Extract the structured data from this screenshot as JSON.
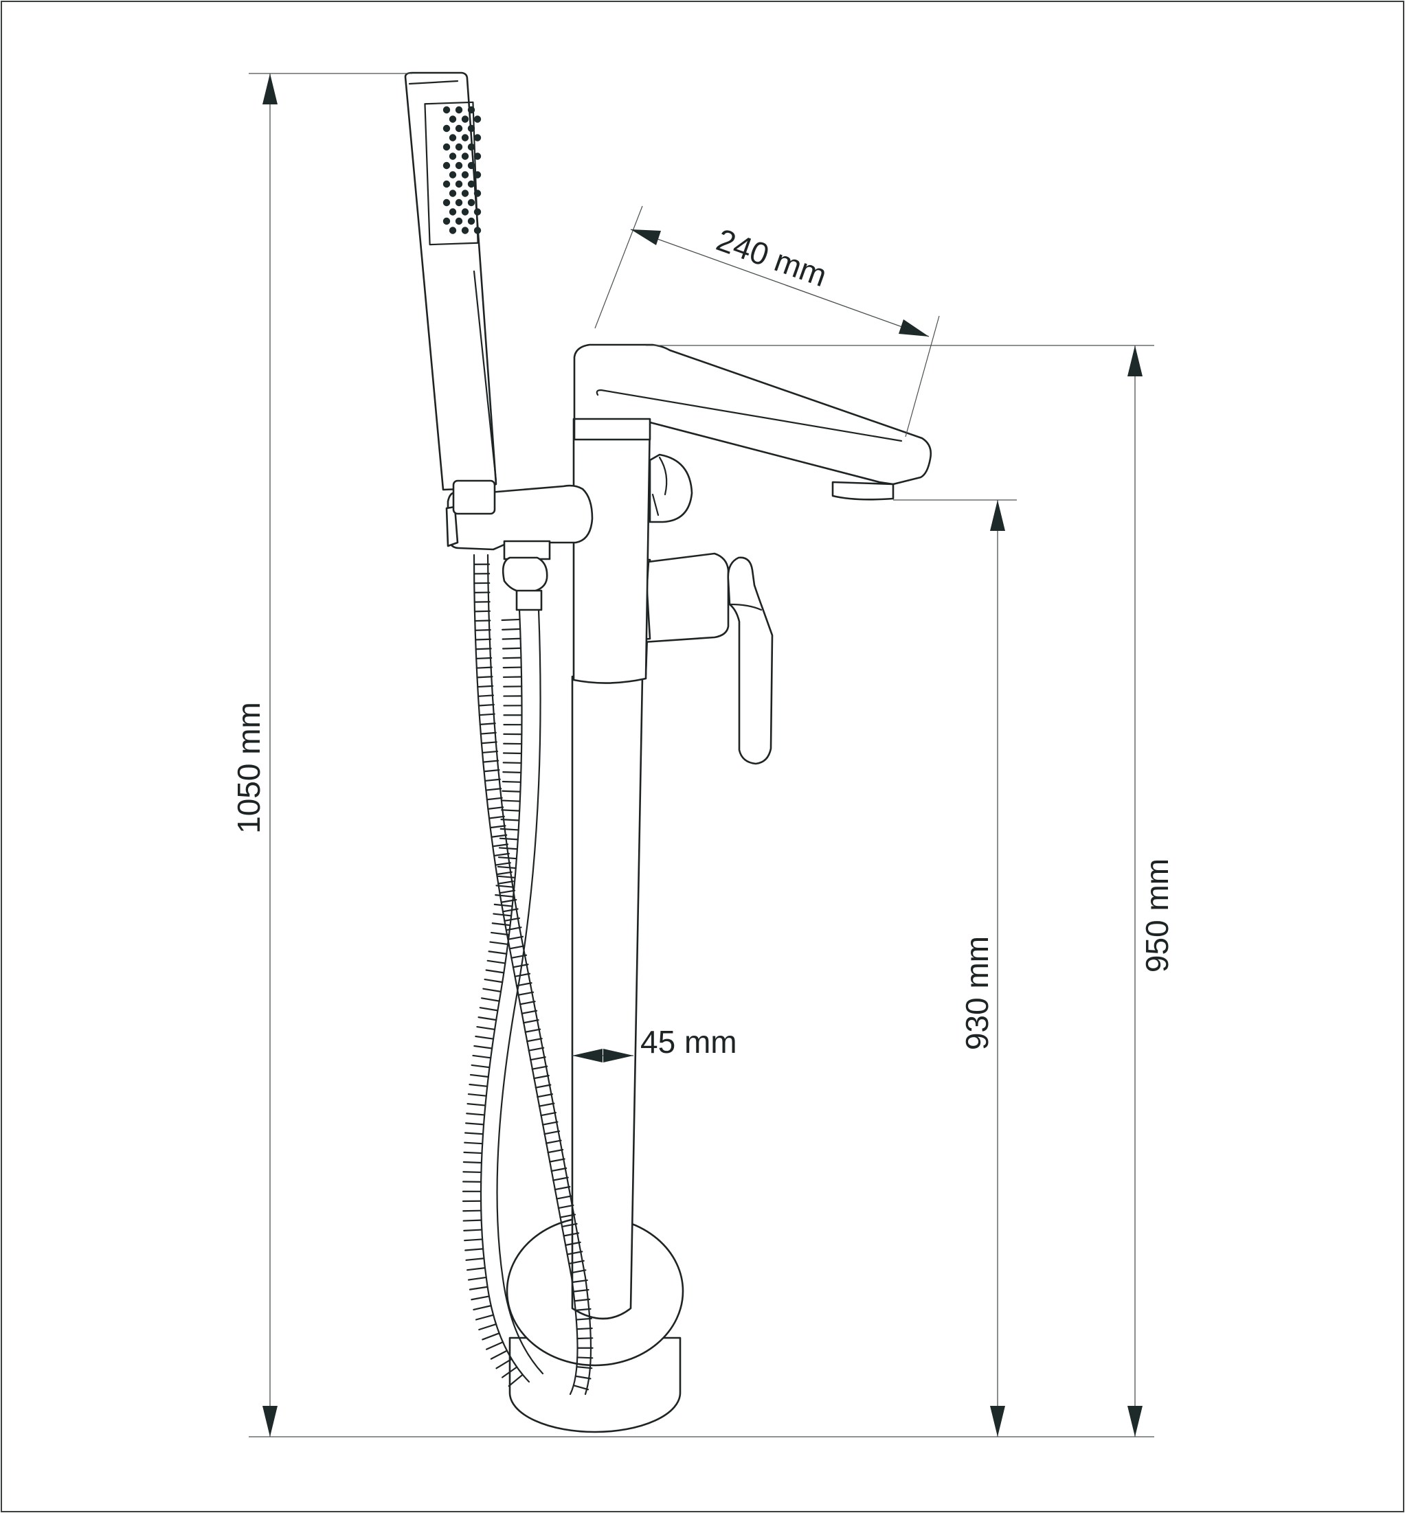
{
  "diagram": {
    "colors": {
      "line": "#1e2424",
      "arrow": "#1e2a2a",
      "background": "#ffffff"
    },
    "dimensions": {
      "overall_height": "1050 mm",
      "spout_reach": "240 mm",
      "pipe_diameter": "45 mm",
      "spout_height": "930 mm",
      "body_height": "950 mm"
    }
  }
}
